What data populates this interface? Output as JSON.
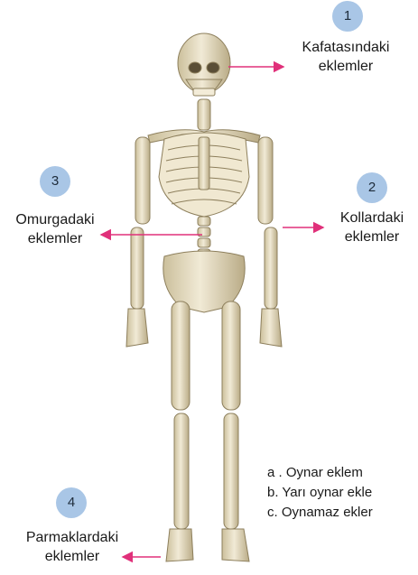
{
  "callouts": [
    {
      "number": "1",
      "line1": "Kafatasındaki",
      "line2": "eklemler"
    },
    {
      "number": "2",
      "line1": "Kollardaki",
      "line2": "eklemler"
    },
    {
      "number": "3",
      "line1": "Omurgadaki",
      "line2": "eklemler"
    },
    {
      "number": "4",
      "line1": "Parmaklardaki",
      "line2": "eklemler"
    }
  ],
  "legend": [
    "a . Oynar eklem",
    "b. Yarı oynar ekle",
    "c. Oynamaz ekler"
  ],
  "colors": {
    "badge": "#a9c6e6",
    "arrow": "#e0307a",
    "bone": "#e9e0c6",
    "bone_shadow": "#b9ab86"
  }
}
